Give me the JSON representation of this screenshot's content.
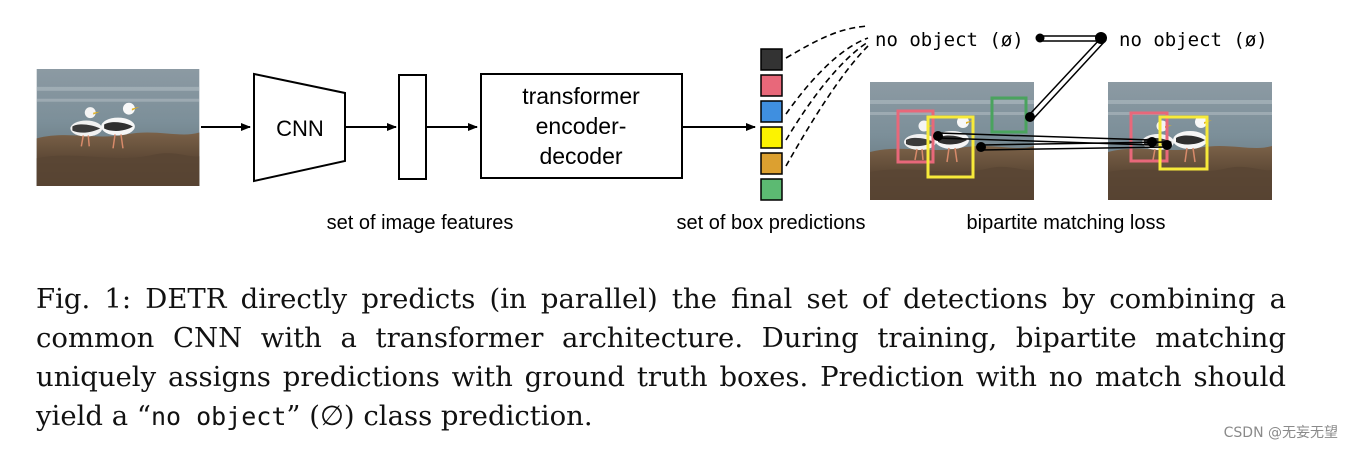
{
  "diagram": {
    "cnn_label": "CNN",
    "transformer_label_lines": [
      "transformer",
      "encoder-",
      "decoder"
    ],
    "image_features_label": "set of image features",
    "box_predictions_label": "set of box predictions",
    "matching_loss_label": "bipartite matching loss",
    "no_object_label_left": "no object (ø)",
    "no_object_label_right": "no object (ø)",
    "prediction_box_colors": [
      "#333333",
      "#e8687a",
      "#3f8fe0",
      "#fcf300",
      "#dca030",
      "#5cba72"
    ],
    "ground_truth_colors": {
      "red_box": "#e8687a",
      "yellow_box": "#f7ea3a",
      "green_box": "#4aa35e"
    }
  },
  "caption": {
    "fig_label": "Fig. 1:",
    "text_part1": "DETR directly predicts (in parallel) the final set of detections by combining a common CNN with a transformer architecture. During training, bipartite matching uniquely assigns predictions with ground truth boxes. Prediction with no match should yield a “",
    "code_term": "no object",
    "text_part2": "” (∅) class prediction."
  },
  "watermark": "CSDN @无妄无望"
}
